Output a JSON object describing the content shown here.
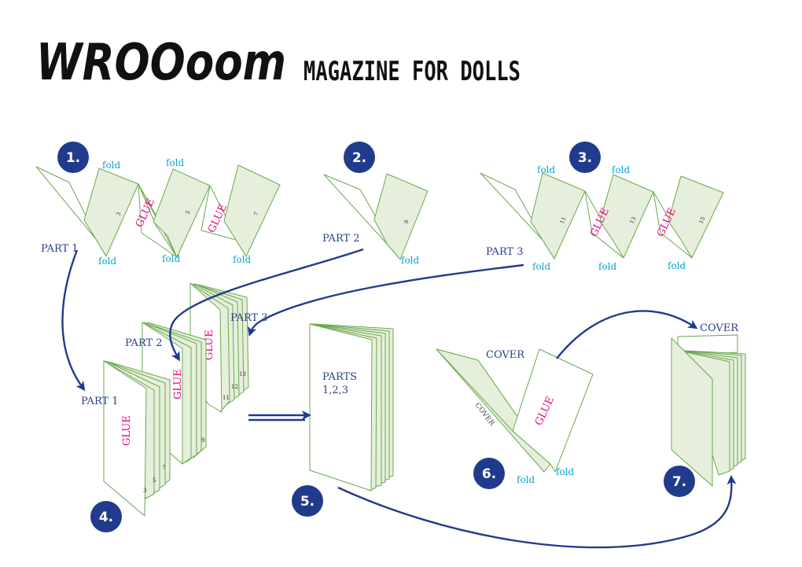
{
  "header": {
    "logo_text": "WROOoom",
    "subtitle": "MAGAZINE FOR DOLLS"
  },
  "colors": {
    "paper_fill": "#e6efdb",
    "paper_stroke": "#6aa84f",
    "navy": "#213b8c",
    "fold_text": "#0aa3d6",
    "glue_text": "#e6007e",
    "label_text": "#2d3f86"
  },
  "steps": {
    "s1": "1.",
    "s2": "2.",
    "s3": "3.",
    "s4": "4.",
    "s5": "5.",
    "s6": "6.",
    "s7": "7."
  },
  "labels": {
    "fold": "fold",
    "glue": "GLUE",
    "part1": "PART 1",
    "part2": "PART 2",
    "part3": "PART 3",
    "parts_123_line1": "PARTS",
    "parts_123_line2": "1,2,3",
    "cover": "COVER",
    "cover_small": "COVER"
  },
  "page_numbers": {
    "p3": "3",
    "p5": "5",
    "p7": "7",
    "p9": "9",
    "p11": "11",
    "p12": "12",
    "p13": "13",
    "p15": "15"
  }
}
